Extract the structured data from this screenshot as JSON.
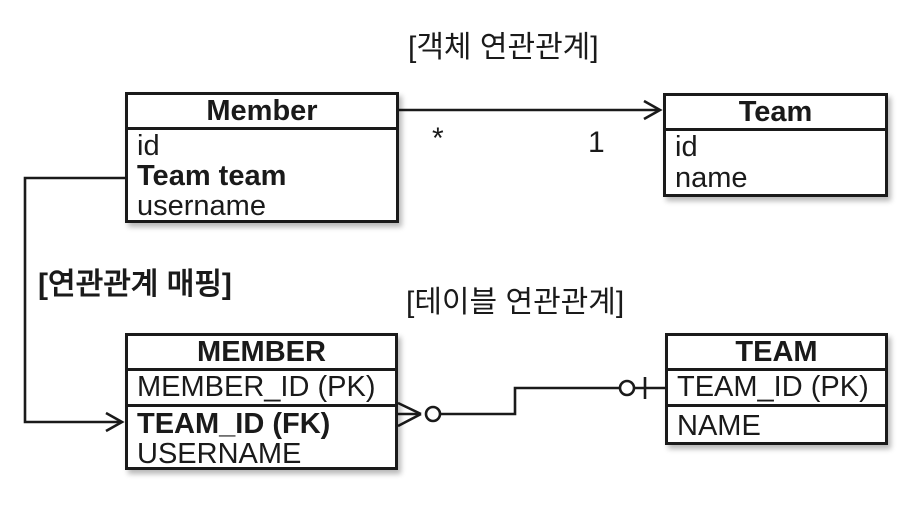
{
  "titles": {
    "object_relation": "[객체 연관관계]",
    "mapping": "[연관관계 매핑]",
    "table_relation": "[테이블 연관관계]"
  },
  "object_diagram": {
    "member": {
      "name": "Member",
      "fields": [
        "id",
        "Team team",
        "username"
      ]
    },
    "team": {
      "name": "Team",
      "fields": [
        "id",
        "name"
      ]
    },
    "multiplicity": {
      "many": "*",
      "one": "1"
    }
  },
  "table_diagram": {
    "member": {
      "name": "MEMBER",
      "fields": [
        "MEMBER_ID (PK)",
        "TEAM_ID (FK)",
        "USERNAME"
      ]
    },
    "team": {
      "name": "TEAM",
      "fields": [
        "TEAM_ID (PK)",
        "NAME"
      ]
    }
  },
  "colors": {
    "line": "#1a1a1a",
    "background": "#ffffff"
  }
}
